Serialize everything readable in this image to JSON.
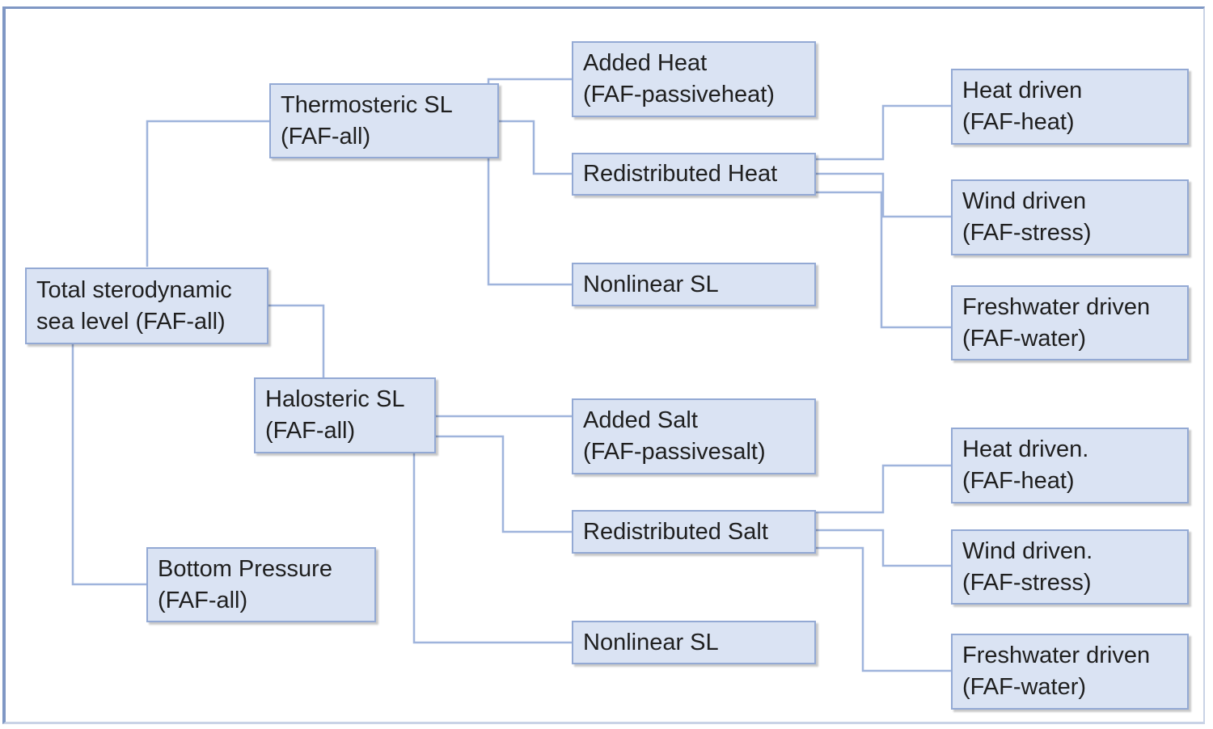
{
  "nodes": {
    "total": {
      "line1": "Total sterodynamic",
      "line2": "sea level (FAF-all)"
    },
    "thermosteric": {
      "line1": "Thermosteric SL",
      "line2": "(FAF-all)"
    },
    "halosteric": {
      "line1": "Halosteric SL",
      "line2": "(FAF-all)"
    },
    "bottom_pressure": {
      "line1": "Bottom Pressure",
      "line2": "(FAF-all)"
    },
    "added_heat": {
      "line1": "Added Heat",
      "line2": "(FAF-passiveheat)"
    },
    "redistributed_heat": {
      "line1": "Redistributed Heat"
    },
    "nonlinear_thermo": {
      "line1": "Nonlinear SL"
    },
    "added_salt": {
      "line1": "Added Salt",
      "line2": "(FAF-passivesalt)"
    },
    "redistributed_salt": {
      "line1": "Redistributed Salt"
    },
    "nonlinear_halo": {
      "line1": "Nonlinear SL"
    },
    "heat_driven_1": {
      "line1": "Heat driven",
      "line2": "(FAF-heat)"
    },
    "wind_driven_1": {
      "line1": "Wind driven",
      "line2": "(FAF-stress)"
    },
    "freshwater_driven_1": {
      "line1": "Freshwater driven",
      "line2": "(FAF-water)"
    },
    "heat_driven_2": {
      "line1": "Heat driven.",
      "line2": "(FAF-heat)"
    },
    "wind_driven_2": {
      "line1": "Wind driven.",
      "line2": "(FAF-stress)"
    },
    "freshwater_driven_2": {
      "line1": "Freshwater driven",
      "line2": "(FAF-water)"
    }
  },
  "colors": {
    "node_fill": "#dae3f3",
    "node_border": "#93a9d4",
    "connector": "#9fb4dc",
    "frame": "#7f97c4"
  }
}
